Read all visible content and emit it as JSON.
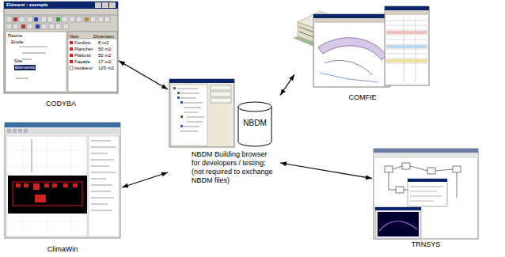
{
  "diagram": {
    "nodes": [
      {
        "text": [
          "CODYBA"
        ]
      },
      {
        "text": [
          "COMFIE"
        ]
      },
      {
        "text": [
          "NBDM Building browser for developers / testing; (not required to exchange NBDM files)"
        ]
      },
      {
        "text": [
          "NBDM"
        ],
        "in": 2
      },
      {
        "text": [
          "ClimaWin"
        ]
      },
      {
        "text": [
          "TRNSYS"
        ]
      }
    ],
    "edges": [
      {
        "from": 0,
        "to": 2,
        "arrow": "both"
      },
      {
        "from": 1,
        "to": 2,
        "arrow": "both"
      },
      {
        "from": 4,
        "to": 2,
        "arrow": "both"
      },
      {
        "from": 5,
        "to": 2,
        "arrow": "both"
      }
    ],
    "labels": [
      "Elément : exemple",
      "Racine",
      "Etude",
      "Site",
      "Eléments",
      "Nom",
      "Dimension",
      "Fenêtre",
      "8 m2",
      "Plancher",
      "50 m2",
      "Plafond",
      "50 m2",
      "Façade",
      "17 m2",
      "Isolateur",
      "125 m2"
    ]
  }
}
